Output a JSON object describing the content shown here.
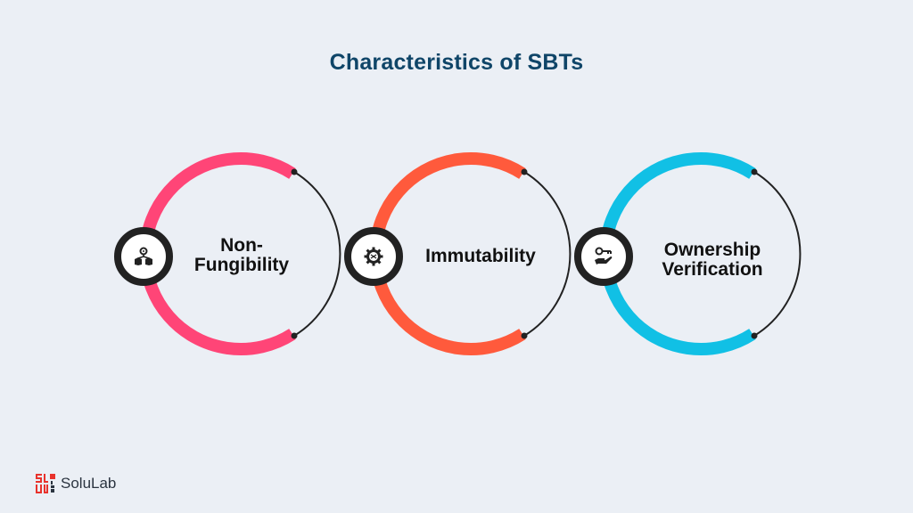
{
  "title": "Characteristics of SBTs",
  "items": [
    {
      "label_line1": "Non-",
      "label_line2": "Fungibility",
      "color": "#ff4577",
      "icon": "network-cubes-icon"
    },
    {
      "label_line1": "Immutability",
      "label_line2": "",
      "color": "#ff5a3c",
      "icon": "gear-shuffle-icon"
    },
    {
      "label_line1": "Ownership",
      "label_line2": "Verification",
      "color": "#11c0e5",
      "icon": "hand-key-icon"
    }
  ],
  "brand": {
    "name": "SoluLab",
    "logo_color": "#e8322c"
  }
}
